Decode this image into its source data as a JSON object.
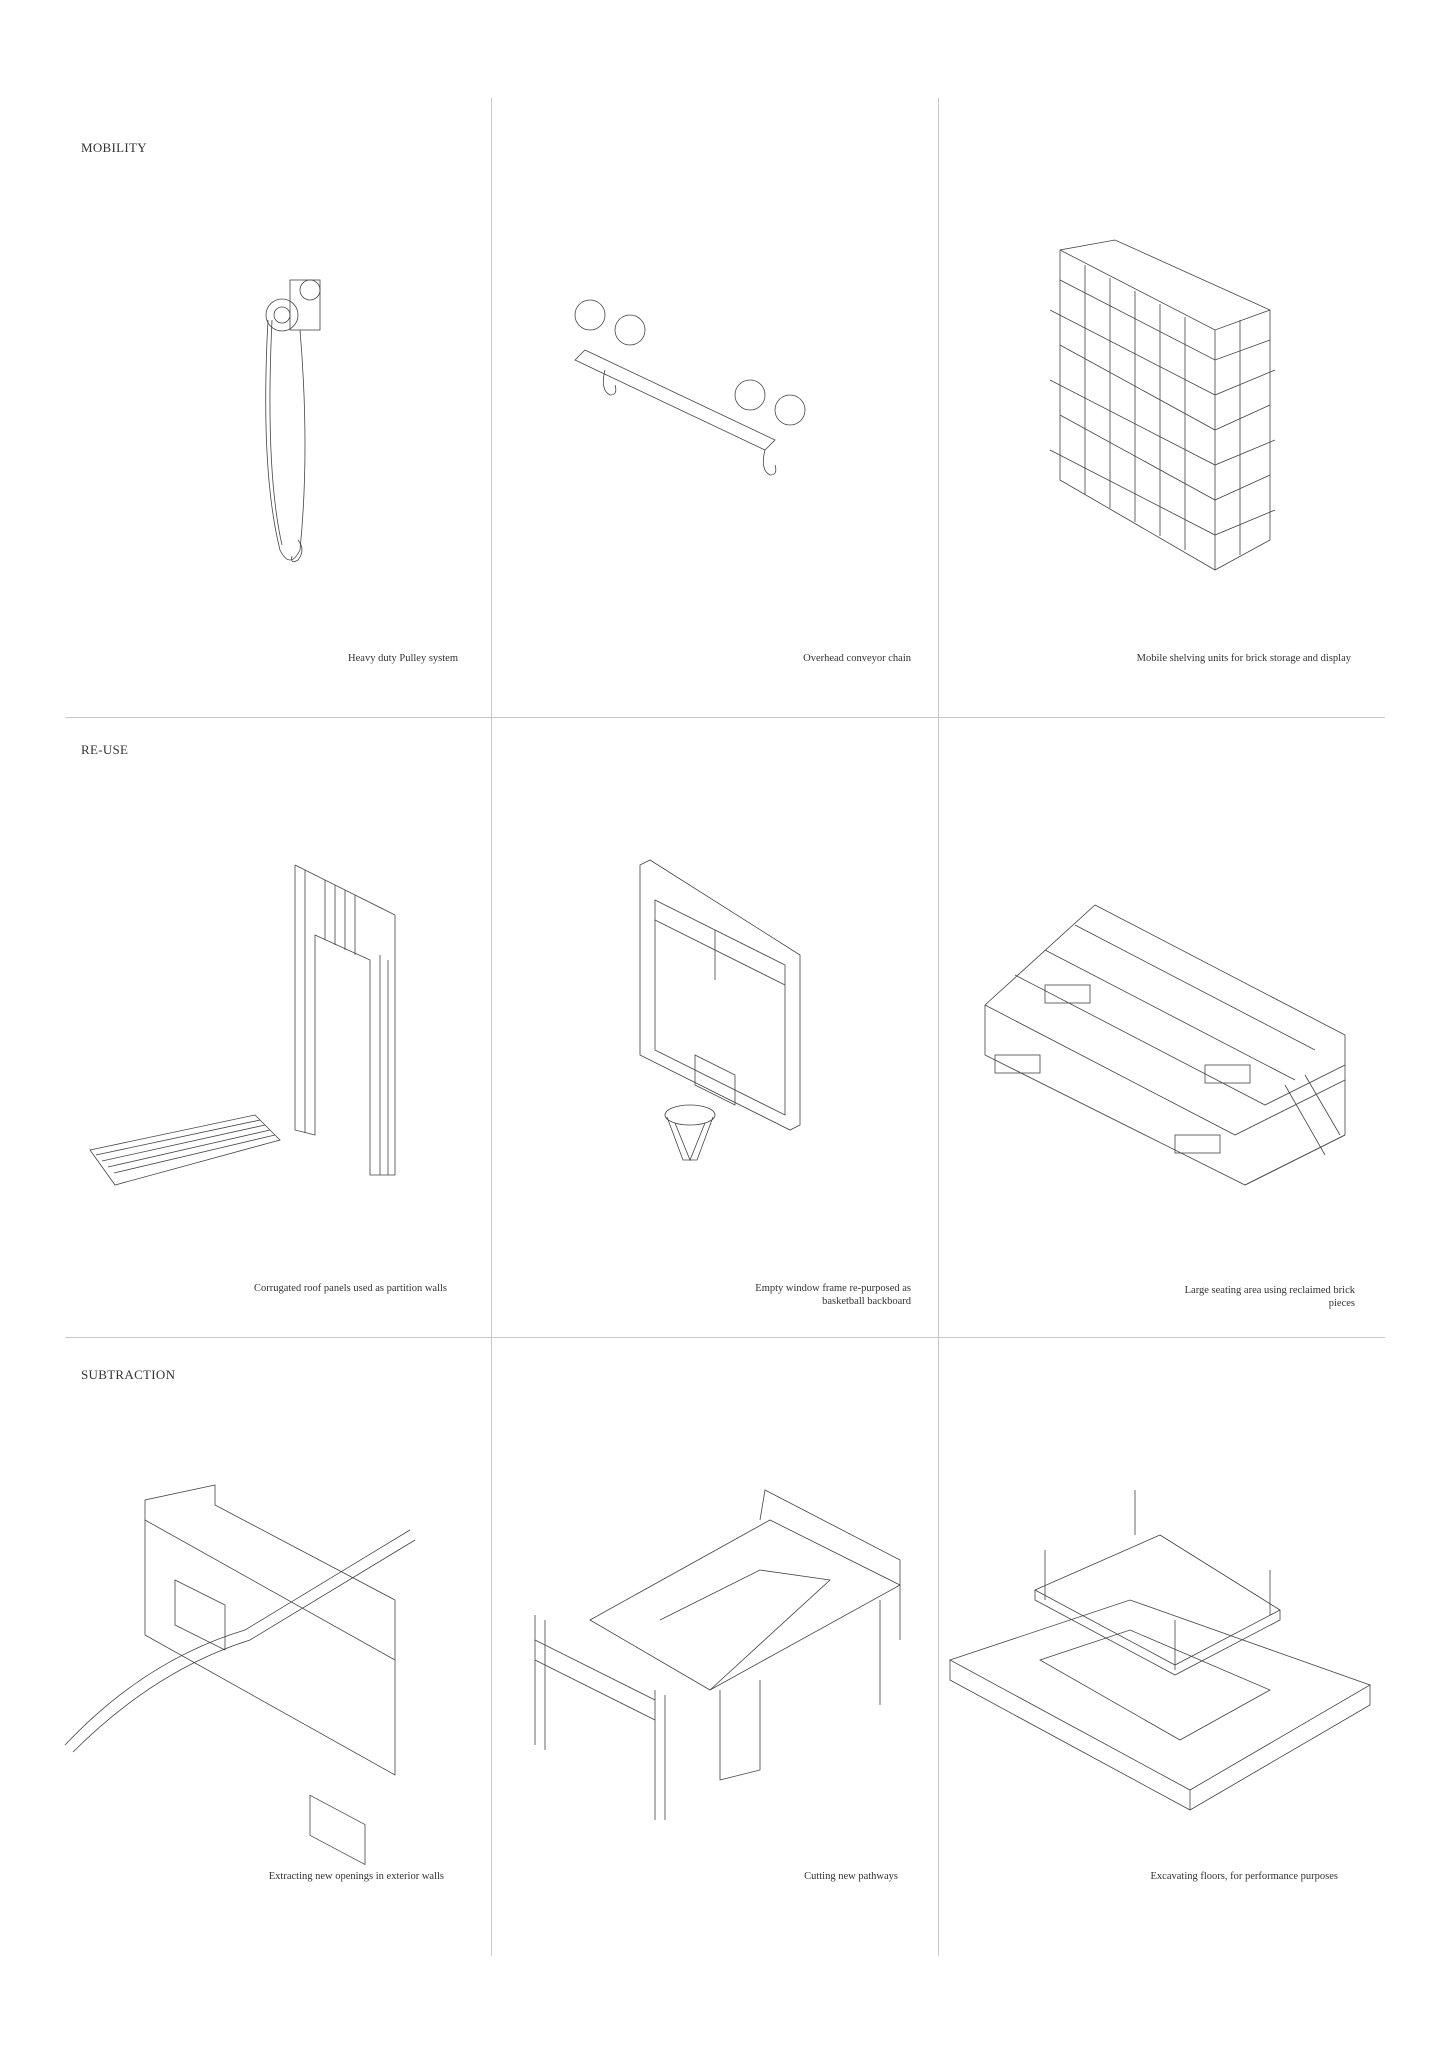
{
  "sections": [
    {
      "title": "MOBILITY",
      "captions": [
        "Heavy duty Pulley system",
        "Overhead conveyor chain",
        "Mobile shelving units for brick storage and display"
      ]
    },
    {
      "title": "RE-USE",
      "captions": [
        "Corrugated roof panels used as partition walls",
        "Empty window frame re-purposed as basketball backboard",
        "Large seating area using reclaimed brick pieces"
      ]
    },
    {
      "title": "SUBTRACTION",
      "captions": [
        "Extracting new openings in exterior walls",
        "Cutting new pathways",
        "Excavating floors, for performance purposes"
      ]
    }
  ],
  "colors": {
    "line": "#444444",
    "brick": "#c9a27a",
    "highlight": "#f0e68c",
    "grid": "#c8c8c8"
  }
}
